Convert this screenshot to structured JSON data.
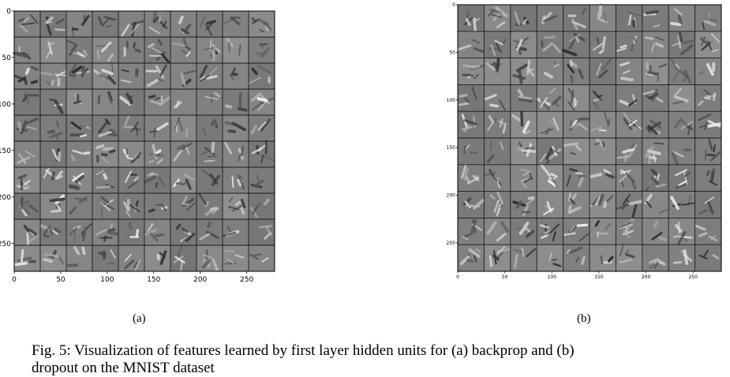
{
  "figure": {
    "caption": "Fig. 5: Visualization of features learned by first layer hidden units for (a) backprop and (b) dropout on the MNIST dataset",
    "caption_line1": "Fig.  5: Visualization of features learned by first layer hidden units for (a) backprop and (b)",
    "caption_line2": "dropout on the MNIST dataset"
  },
  "panels": [
    {
      "label": "(a)",
      "y_ticks": [
        "0",
        "50",
        "100",
        "150",
        "200",
        "250"
      ],
      "x_ticks": [
        "0",
        "50",
        "100",
        "150",
        "200",
        "250"
      ],
      "grid": {
        "rows": 10,
        "cols": 10,
        "extent": 280
      },
      "background_color": "#7f7f7f"
    },
    {
      "label": "(b)",
      "y_ticks": [
        "0",
        "50",
        "100",
        "150",
        "200",
        "250"
      ],
      "x_ticks": [
        "0",
        "50",
        "100",
        "150",
        "200",
        "250"
      ],
      "grid": {
        "rows": 10,
        "cols": 10,
        "extent": 280
      },
      "background_color": "#8a8a8a"
    }
  ]
}
